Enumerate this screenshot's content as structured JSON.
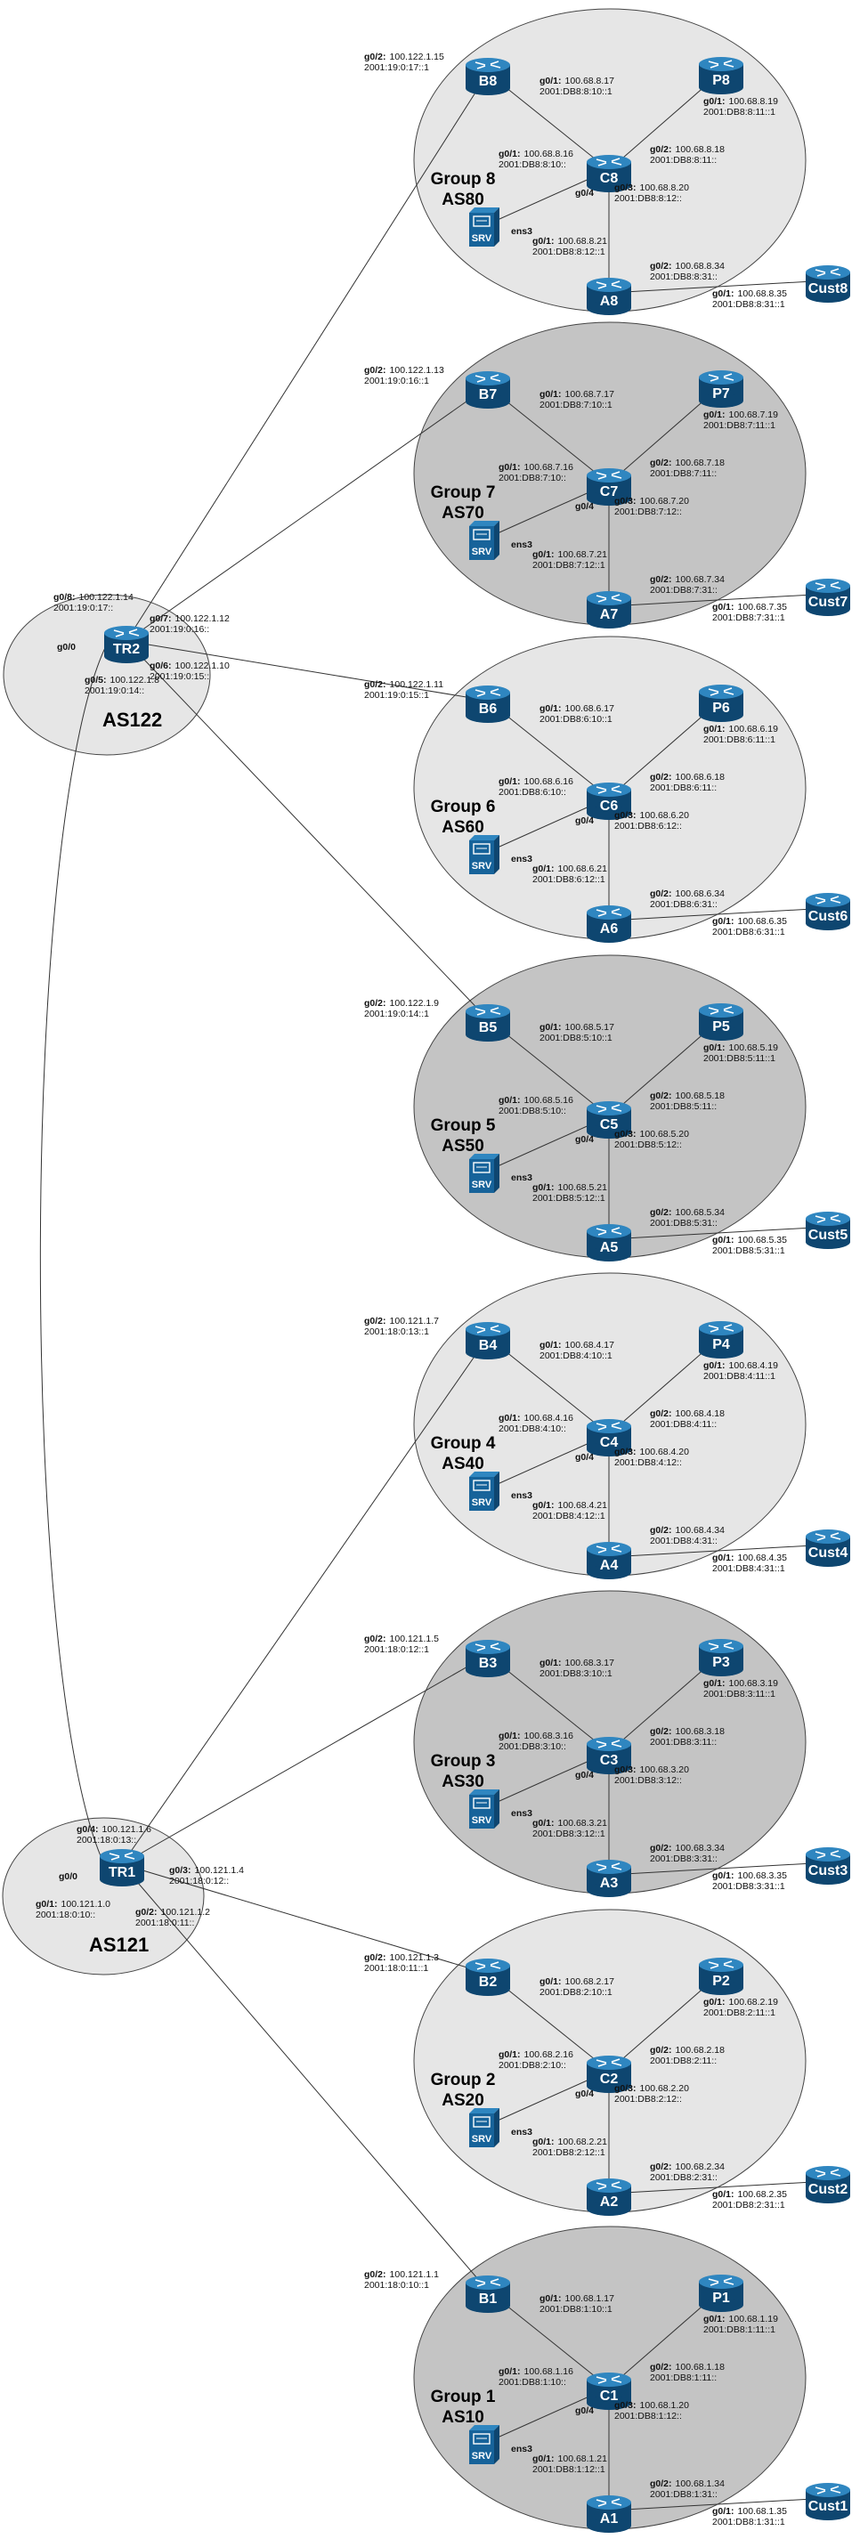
{
  "transit": [
    {
      "name": "TR2",
      "as": "AS122",
      "ifaces": [
        {
          "ifc": "g0/8:",
          "v4": "100.122.1.14",
          "v6": "2001:19:0:17::"
        },
        {
          "ifc": "g0/7:",
          "v4": "100.122.1.12",
          "v6": "2001:19:0:16::"
        },
        {
          "ifc": "g0/5:",
          "v4": "100.122.1.8",
          "v6": "2001:19:0:14::"
        },
        {
          "ifc": "g0/6:",
          "v4": "100.122.1.10",
          "v6": "2001:19:0:15::"
        },
        {
          "ifc": "g0/0",
          "v4": "",
          "v6": ""
        }
      ]
    },
    {
      "name": "TR1",
      "as": "AS121",
      "ifaces": [
        {
          "ifc": "g0/4:",
          "v4": "100.121.1.6",
          "v6": "2001:18:0:13::"
        },
        {
          "ifc": "g0/3:",
          "v4": "100.121.1.4",
          "v6": "2001:18:0:12::"
        },
        {
          "ifc": "g0/0",
          "v4": "",
          "v6": ""
        },
        {
          "ifc": "g0/1:",
          "v4": "100.121.1.0",
          "v6": "2001:18:0:10::"
        },
        {
          "ifc": "g0/2:",
          "v4": "100.121.1.2",
          "v6": "2001:18:0:11::"
        }
      ]
    }
  ],
  "groups": [
    {
      "group": "Group 8",
      "as": "AS80",
      "b": "B8",
      "c": "C8",
      "p": "P8",
      "a": "A8",
      "srv": "SRV",
      "cust": "Cust8",
      "b_up": {
        "ifc": "g0/2:",
        "v4": "100.122.1.15",
        "v6": "2001:19:0:17::1"
      },
      "b_c": {
        "ifc": "g0/1:",
        "v4": "100.68.8.17",
        "v6": "2001:DB8:8:10::1"
      },
      "p_c": {
        "ifc": "g0/1:",
        "v4": "100.68.8.19",
        "v6": "2001:DB8:8:11::1"
      },
      "c_b": {
        "ifc": "g0/1:",
        "v4": "100.68.8.16",
        "v6": "2001:DB8:8:10::"
      },
      "c_p": {
        "ifc": "g0/2:",
        "v4": "100.68.8.18",
        "v6": "2001:DB8:8:11::"
      },
      "c_srv": "g0/4",
      "srv_if": "ens3",
      "c_a": {
        "ifc": "g0/3:",
        "v4": "100.68.8.20",
        "v6": "2001:DB8:8:12::"
      },
      "a_c": {
        "ifc": "g0/1:",
        "v4": "100.68.8.21",
        "v6": "2001:DB8:8:12::1"
      },
      "a_cust": {
        "ifc": "g0/2:",
        "v4": "100.68.8.34",
        "v6": "2001:DB8:8:31::"
      },
      "cust_a": {
        "ifc": "g0/1:",
        "v4": "100.68.8.35",
        "v6": "2001:DB8:8:31::1"
      }
    },
    {
      "group": "Group 7",
      "as": "AS70",
      "b": "B7",
      "c": "C7",
      "p": "P7",
      "a": "A7",
      "srv": "SRV",
      "cust": "Cust7",
      "b_up": {
        "ifc": "g0/2:",
        "v4": "100.122.1.13",
        "v6": "2001:19:0:16::1"
      },
      "b_c": {
        "ifc": "g0/1:",
        "v4": "100.68.7.17",
        "v6": "2001:DB8:7:10::1"
      },
      "p_c": {
        "ifc": "g0/1:",
        "v4": "100.68.7.19",
        "v6": "2001:DB8:7:11::1"
      },
      "c_b": {
        "ifc": "g0/1:",
        "v4": "100.68.7.16",
        "v6": "2001:DB8:7:10::"
      },
      "c_p": {
        "ifc": "g0/2:",
        "v4": "100.68.7.18",
        "v6": "2001:DB8:7:11::"
      },
      "c_srv": "g0/4",
      "srv_if": "ens3",
      "c_a": {
        "ifc": "g0/3:",
        "v4": "100.68.7.20",
        "v6": "2001:DB8:7:12::"
      },
      "a_c": {
        "ifc": "g0/1:",
        "v4": "100.68.7.21",
        "v6": "2001:DB8:7:12::1"
      },
      "a_cust": {
        "ifc": "g0/2:",
        "v4": "100.68.7.34",
        "v6": "2001:DB8:7:31::"
      },
      "cust_a": {
        "ifc": "g0/1:",
        "v4": "100.68.7.35",
        "v6": "2001:DB8:7:31::1"
      }
    },
    {
      "group": "Group 6",
      "as": "AS60",
      "b": "B6",
      "c": "C6",
      "p": "P6",
      "a": "A6",
      "srv": "SRV",
      "cust": "Cust6",
      "b_up": {
        "ifc": "g0/2:",
        "v4": "100.122.1.11",
        "v6": "2001:19:0:15::1"
      },
      "b_c": {
        "ifc": "g0/1:",
        "v4": "100.68.6.17",
        "v6": "2001:DB8:6:10::1"
      },
      "p_c": {
        "ifc": "g0/1:",
        "v4": "100.68.6.19",
        "v6": "2001:DB8:6:11::1"
      },
      "c_b": {
        "ifc": "g0/1:",
        "v4": "100.68.6.16",
        "v6": "2001:DB8:6:10::"
      },
      "c_p": {
        "ifc": "g0/2:",
        "v4": "100.68.6.18",
        "v6": "2001:DB8:6:11::"
      },
      "c_srv": "g0/4",
      "srv_if": "ens3",
      "c_a": {
        "ifc": "g0/3:",
        "v4": "100.68.6.20",
        "v6": "2001:DB8:6:12::"
      },
      "a_c": {
        "ifc": "g0/1:",
        "v4": "100.68.6.21",
        "v6": "2001:DB8:6:12::1"
      },
      "a_cust": {
        "ifc": "g0/2:",
        "v4": "100.68.6.34",
        "v6": "2001:DB8:6:31::"
      },
      "cust_a": {
        "ifc": "g0/1:",
        "v4": "100.68.6.35",
        "v6": "2001:DB8:6:31::1"
      }
    },
    {
      "group": "Group 5",
      "as": "AS50",
      "b": "B5",
      "c": "C5",
      "p": "P5",
      "a": "A5",
      "srv": "SRV",
      "cust": "Cust5",
      "b_up": {
        "ifc": "g0/2:",
        "v4": "100.122.1.9",
        "v6": "2001:19:0:14::1"
      },
      "b_c": {
        "ifc": "g0/1:",
        "v4": "100.68.5.17",
        "v6": "2001:DB8:5:10::1"
      },
      "p_c": {
        "ifc": "g0/1:",
        "v4": "100.68.5.19",
        "v6": "2001:DB8:5:11::1"
      },
      "c_b": {
        "ifc": "g0/1:",
        "v4": "100.68.5.16",
        "v6": "2001:DB8:5:10::"
      },
      "c_p": {
        "ifc": "g0/2:",
        "v4": "100.68.5.18",
        "v6": "2001:DB8:5:11::"
      },
      "c_srv": "g0/4",
      "srv_if": "ens3",
      "c_a": {
        "ifc": "g0/3:",
        "v4": "100.68.5.20",
        "v6": "2001:DB8:5:12::"
      },
      "a_c": {
        "ifc": "g0/1:",
        "v4": "100.68.5.21",
        "v6": "2001:DB8:5:12::1"
      },
      "a_cust": {
        "ifc": "g0/2:",
        "v4": "100.68.5.34",
        "v6": "2001:DB8:5:31::"
      },
      "cust_a": {
        "ifc": "g0/1:",
        "v4": "100.68.5.35",
        "v6": "2001:DB8:5:31::1"
      }
    },
    {
      "group": "Group 4",
      "as": "AS40",
      "b": "B4",
      "c": "C4",
      "p": "P4",
      "a": "A4",
      "srv": "SRV",
      "cust": "Cust4",
      "b_up": {
        "ifc": "g0/2:",
        "v4": "100.121.1.7",
        "v6": "2001:18:0:13::1"
      },
      "b_c": {
        "ifc": "g0/1:",
        "v4": "100.68.4.17",
        "v6": "2001:DB8:4:10::1"
      },
      "p_c": {
        "ifc": "g0/1:",
        "v4": "100.68.4.19",
        "v6": "2001:DB8:4:11::1"
      },
      "c_b": {
        "ifc": "g0/1:",
        "v4": "100.68.4.16",
        "v6": "2001:DB8:4:10::"
      },
      "c_p": {
        "ifc": "g0/2:",
        "v4": "100.68.4.18",
        "v6": "2001:DB8:4:11::"
      },
      "c_srv": "g0/4",
      "srv_if": "ens3",
      "c_a": {
        "ifc": "g0/3:",
        "v4": "100.68.4.20",
        "v6": "2001:DB8:4:12::"
      },
      "a_c": {
        "ifc": "g0/1:",
        "v4": "100.68.4.21",
        "v6": "2001:DB8:4:12::1"
      },
      "a_cust": {
        "ifc": "g0/2:",
        "v4": "100.68.4.34",
        "v6": "2001:DB8:4:31::"
      },
      "cust_a": {
        "ifc": "g0/1:",
        "v4": "100.68.4.35",
        "v6": "2001:DB8:4:31::1"
      }
    },
    {
      "group": "Group 3",
      "as": "AS30",
      "b": "B3",
      "c": "C3",
      "p": "P3",
      "a": "A3",
      "srv": "SRV",
      "cust": "Cust3",
      "b_up": {
        "ifc": "g0/2:",
        "v4": "100.121.1.5",
        "v6": "2001:18:0:12::1"
      },
      "b_c": {
        "ifc": "g0/1:",
        "v4": "100.68.3.17",
        "v6": "2001:DB8:3:10::1"
      },
      "p_c": {
        "ifc": "g0/1:",
        "v4": "100.68.3.19",
        "v6": "2001:DB8:3:11::1"
      },
      "c_b": {
        "ifc": "g0/1:",
        "v4": "100.68.3.16",
        "v6": "2001:DB8:3:10::"
      },
      "c_p": {
        "ifc": "g0/2:",
        "v4": "100.68.3.18",
        "v6": "2001:DB8:3:11::"
      },
      "c_srv": "g0/4",
      "srv_if": "ens3",
      "c_a": {
        "ifc": "g0/3:",
        "v4": "100.68.3.20",
        "v6": "2001:DB8:3:12::"
      },
      "a_c": {
        "ifc": "g0/1:",
        "v4": "100.68.3.21",
        "v6": "2001:DB8:3:12::1"
      },
      "a_cust": {
        "ifc": "g0/2:",
        "v4": "100.68.3.34",
        "v6": "2001:DB8:3:31::"
      },
      "cust_a": {
        "ifc": "g0/1:",
        "v4": "100.68.3.35",
        "v6": "2001:DB8:3:31::1"
      }
    },
    {
      "group": "Group 2",
      "as": "AS20",
      "b": "B2",
      "c": "C2",
      "p": "P2",
      "a": "A2",
      "srv": "SRV",
      "cust": "Cust2",
      "b_up": {
        "ifc": "g0/2:",
        "v4": "100.121.1.3",
        "v6": "2001:18:0:11::1"
      },
      "b_c": {
        "ifc": "g0/1:",
        "v4": "100.68.2.17",
        "v6": "2001:DB8:2:10::1"
      },
      "p_c": {
        "ifc": "g0/1:",
        "v4": "100.68.2.19",
        "v6": "2001:DB8:2:11::1"
      },
      "c_b": {
        "ifc": "g0/1:",
        "v4": "100.68.2.16",
        "v6": "2001:DB8:2:10::"
      },
      "c_p": {
        "ifc": "g0/2:",
        "v4": "100.68.2.18",
        "v6": "2001:DB8:2:11::"
      },
      "c_srv": "g0/4",
      "srv_if": "ens3",
      "c_a": {
        "ifc": "g0/3:",
        "v4": "100.68.2.20",
        "v6": "2001:DB8:2:12::"
      },
      "a_c": {
        "ifc": "g0/1:",
        "v4": "100.68.2.21",
        "v6": "2001:DB8:2:12::1"
      },
      "a_cust": {
        "ifc": "g0/2:",
        "v4": "100.68.2.34",
        "v6": "2001:DB8:2:31::"
      },
      "cust_a": {
        "ifc": "g0/1:",
        "v4": "100.68.2.35",
        "v6": "2001:DB8:2:31::1"
      }
    },
    {
      "group": "Group 1",
      "as": "AS10",
      "b": "B1",
      "c": "C1",
      "p": "P1",
      "a": "A1",
      "srv": "SRV",
      "cust": "Cust1",
      "b_up": {
        "ifc": "g0/2:",
        "v4": "100.121.1.1",
        "v6": "2001:18:0:10::1"
      },
      "b_c": {
        "ifc": "g0/1:",
        "v4": "100.68.1.17",
        "v6": "2001:DB8:1:10::1"
      },
      "p_c": {
        "ifc": "g0/1:",
        "v4": "100.68.1.19",
        "v6": "2001:DB8:1:11::1"
      },
      "c_b": {
        "ifc": "g0/1:",
        "v4": "100.68.1.16",
        "v6": "2001:DB8:1:10::"
      },
      "c_p": {
        "ifc": "g0/2:",
        "v4": "100.68.1.18",
        "v6": "2001:DB8:1:11::"
      },
      "c_srv": "g0/4",
      "srv_if": "ens3",
      "c_a": {
        "ifc": "g0/3:",
        "v4": "100.68.1.20",
        "v6": "2001:DB8:1:12::"
      },
      "a_c": {
        "ifc": "g0/1:",
        "v4": "100.68.1.21",
        "v6": "2001:DB8:1:12::1"
      },
      "a_cust": {
        "ifc": "g0/2:",
        "v4": "100.68.1.34",
        "v6": "2001:DB8:1:31::"
      },
      "cust_a": {
        "ifc": "g0/1:",
        "v4": "100.68.1.35",
        "v6": "2001:DB8:1:31::1"
      }
    }
  ],
  "colors": {
    "router_fill": "#17639a",
    "router_dark": "#0e4670",
    "router_light": "#2f86c0",
    "group_light": "#e6e6e6",
    "group_dark": "#c4c4c4",
    "line": "#333333",
    "icon_white": "#ffffff"
  }
}
